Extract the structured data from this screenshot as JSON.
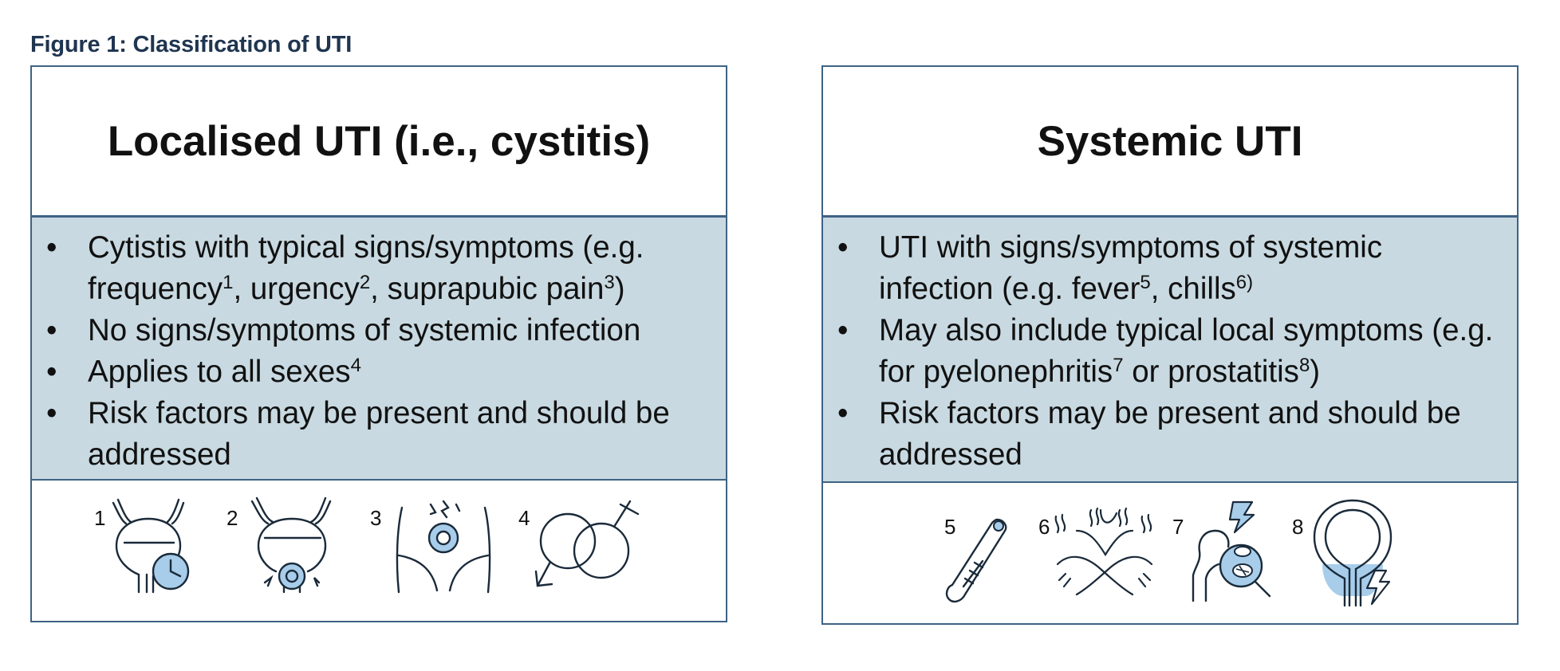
{
  "figure_title": "Figure 1: Classification of UTI",
  "colors": {
    "border": "#3e6385",
    "body_fill": "#c8d9e1",
    "icon_fill": "#a7cdea",
    "icon_stroke": "#1a2a3a"
  },
  "left": {
    "heading": "Localised UTI (i.e., cystitis)",
    "bullet_char": "•",
    "items": [
      {
        "parts": [
          "Cytistis with typical signs/symptoms (e.g. frequency",
          "1",
          ", urgency",
          "2",
          ", suprapubic pain",
          "3",
          ")"
        ]
      },
      {
        "parts": [
          "No signs/symptoms of systemic infection"
        ]
      },
      {
        "parts": [
          "Applies to all sexes",
          "4"
        ]
      },
      {
        "parts": [
          "Risk factors may be present and should be addressed"
        ]
      }
    ],
    "icons": [
      {
        "number": "1",
        "name": "bladder-clock-icon"
      },
      {
        "number": "2",
        "name": "bladder-urgency-icon"
      },
      {
        "number": "3",
        "name": "suprapubic-pain-icon"
      },
      {
        "number": "4",
        "name": "sexes-symbol-icon"
      }
    ]
  },
  "right": {
    "heading": "Systemic UTI",
    "bullet_char": "•",
    "items": [
      {
        "parts": [
          "UTI with signs/symptoms of systemic infection (e.g. fever",
          "5",
          ", chills",
          "6)",
          ""
        ]
      },
      {
        "parts": [
          "May also include typical local symptoms (e.g. for pyelonephritis",
          "7",
          " or prostatitis",
          "8",
          ")"
        ]
      },
      {
        "parts": [
          "Risk factors may be present and should be addressed"
        ]
      }
    ],
    "icons": [
      {
        "number": "5",
        "name": "thermometer-icon"
      },
      {
        "number": "6",
        "name": "chills-shivering-icon"
      },
      {
        "number": "7",
        "name": "kidney-magnifier-icon"
      },
      {
        "number": "8",
        "name": "prostate-bolt-icon"
      }
    ]
  }
}
